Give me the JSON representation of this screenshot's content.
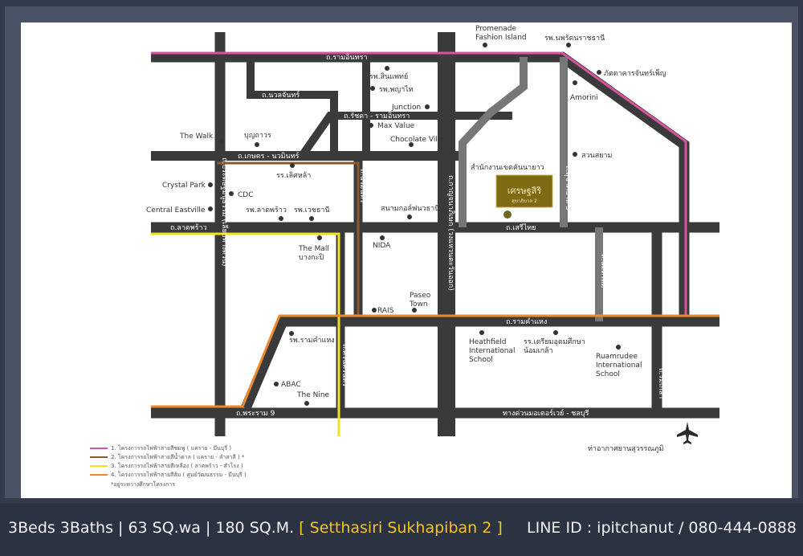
{
  "footer": {
    "specs": "3Beds 3Baths | 63 SQ.wa | 180 SQ.M.",
    "project": "[ Setthasiri Sukhapiban 2 ]",
    "contact": "LINE ID : ipitchanut / 080-444-0888"
  },
  "map": {
    "roads": {
      "ramintra": "ถ.รามอินทรา",
      "nuanchan": "ถ.นวลจันทร์",
      "ratsada_ramintra": "ถ.รัชดา - รามอินทรา",
      "kaset_nawamin": "ถ.เกษตร - นวมินทร์",
      "lat_phrao": "ถ.ลาดพร้าว",
      "seri_thai": "ถ.เสรีไทย",
      "ram_khamhaeng": "ถ.รามคำแหง",
      "rama9": "ถ.พระราม 9",
      "motorway": "ทางด่วนมอเตอร์เวย์ - ชลบุรี",
      "pradit_manutham": "ถ.ประดิษฐ์มนูธรรม (เลียบทางด่วน)",
      "nawamin": "ถ.นวมินทร์",
      "srinakarin": "ถ.ศรีนครินทร์",
      "kanchanaphisek": "ถ.กาญจนาภิเษก (วงแหวนตะวันออก)",
      "sukhapiban3": "ถ.สุขาภิบาล 3",
      "sukhapiban2": "ถ.สุขาภิบาล 2",
      "nimitmai": "ถ.นิมิตใหม่",
      "romklao": "ถ.ร่มเกล้า"
    },
    "places": {
      "promenade": "Promenade Fashion Island",
      "nopparat": "รพ.นพรัตนราชธานี",
      "phatakarn": "ภัตตาคารจันทร์เพ็ญ",
      "amorini": "Amorini",
      "suan_siam": "สวนสยาม",
      "sinpat": "รพ.สินแพทย์",
      "phyathai": "รพ.พญาไท",
      "junction": "Junction",
      "max_value": "Max Value",
      "chocolate": "Chocolate Ville",
      "the_walk": "The Walk",
      "bunkhawan": "บุญถาวร",
      "soet_la": "รร.เลิศหล้า",
      "crystal": "Crystal Park",
      "cdc": "CDC",
      "central": "Central Eastville",
      "lat_phrao_hosp": "รพ.ลาดพร้าว",
      "wetchathani": "รพ.เวชธานี",
      "sanam_thong": "สนามกอล์ฟนวธานี",
      "khannayao": "สำนักงานเขตคันนายาว",
      "the_mall": "The Mall บางกะปิ",
      "nida": "NIDA",
      "paseo": "Paseo Town",
      "rais": "RAIS",
      "ram_hosp": "รพ.รามคำแหง",
      "heathfield": "Heathfield International School",
      "triam_noi": "รร.เตรียมอุดมศึกษา น้อมเกล้า",
      "ruamrudee": "Ruamrudee International School",
      "abac": "ABAC",
      "the_nine": "The Nine",
      "airport": "ท่าอากาศยานสุวรรณภูมิ"
    },
    "project_sign": {
      "name": "เศรษฐสิริ",
      "sub": "สุขาภิบาล 2"
    },
    "legend": [
      {
        "label": "1. โครงการรถไฟฟ้าสายสีชมพู ( แคราย - มีนบุรี )",
        "color": "#d6549b"
      },
      {
        "label": "2. โครงการรถไฟฟ้าสายสีน้ำตาล ( แคราย - ลำสาลี ) *",
        "color": "#8a5a2e"
      },
      {
        "label": "3. โครงการรถไฟฟ้าสายสีเหลือง ( ลาดพร้าว - สำโรง )",
        "color": "#f0e21b"
      },
      {
        "label": "4. โครงการรถไฟฟ้าสายสีส้ม ( ศูนย์วัฒนธรรม - มีนบุรี )",
        "color": "#ec8a2e"
      }
    ],
    "legend_note": "*อยู่ระหว่างศึกษาโครงการ",
    "colors": {
      "road": "#3a3a3a",
      "road_light": "#7a7a7a",
      "pink_line": "#d6549b",
      "brown_line": "#8a5a2e",
      "yellow_line": "#f0e21b",
      "orange_line": "#ec8a2e",
      "project_box": "#7d6a12"
    },
    "icons": {
      "airport": "airplane-icon",
      "place_marker": "dot-marker-icon"
    }
  }
}
